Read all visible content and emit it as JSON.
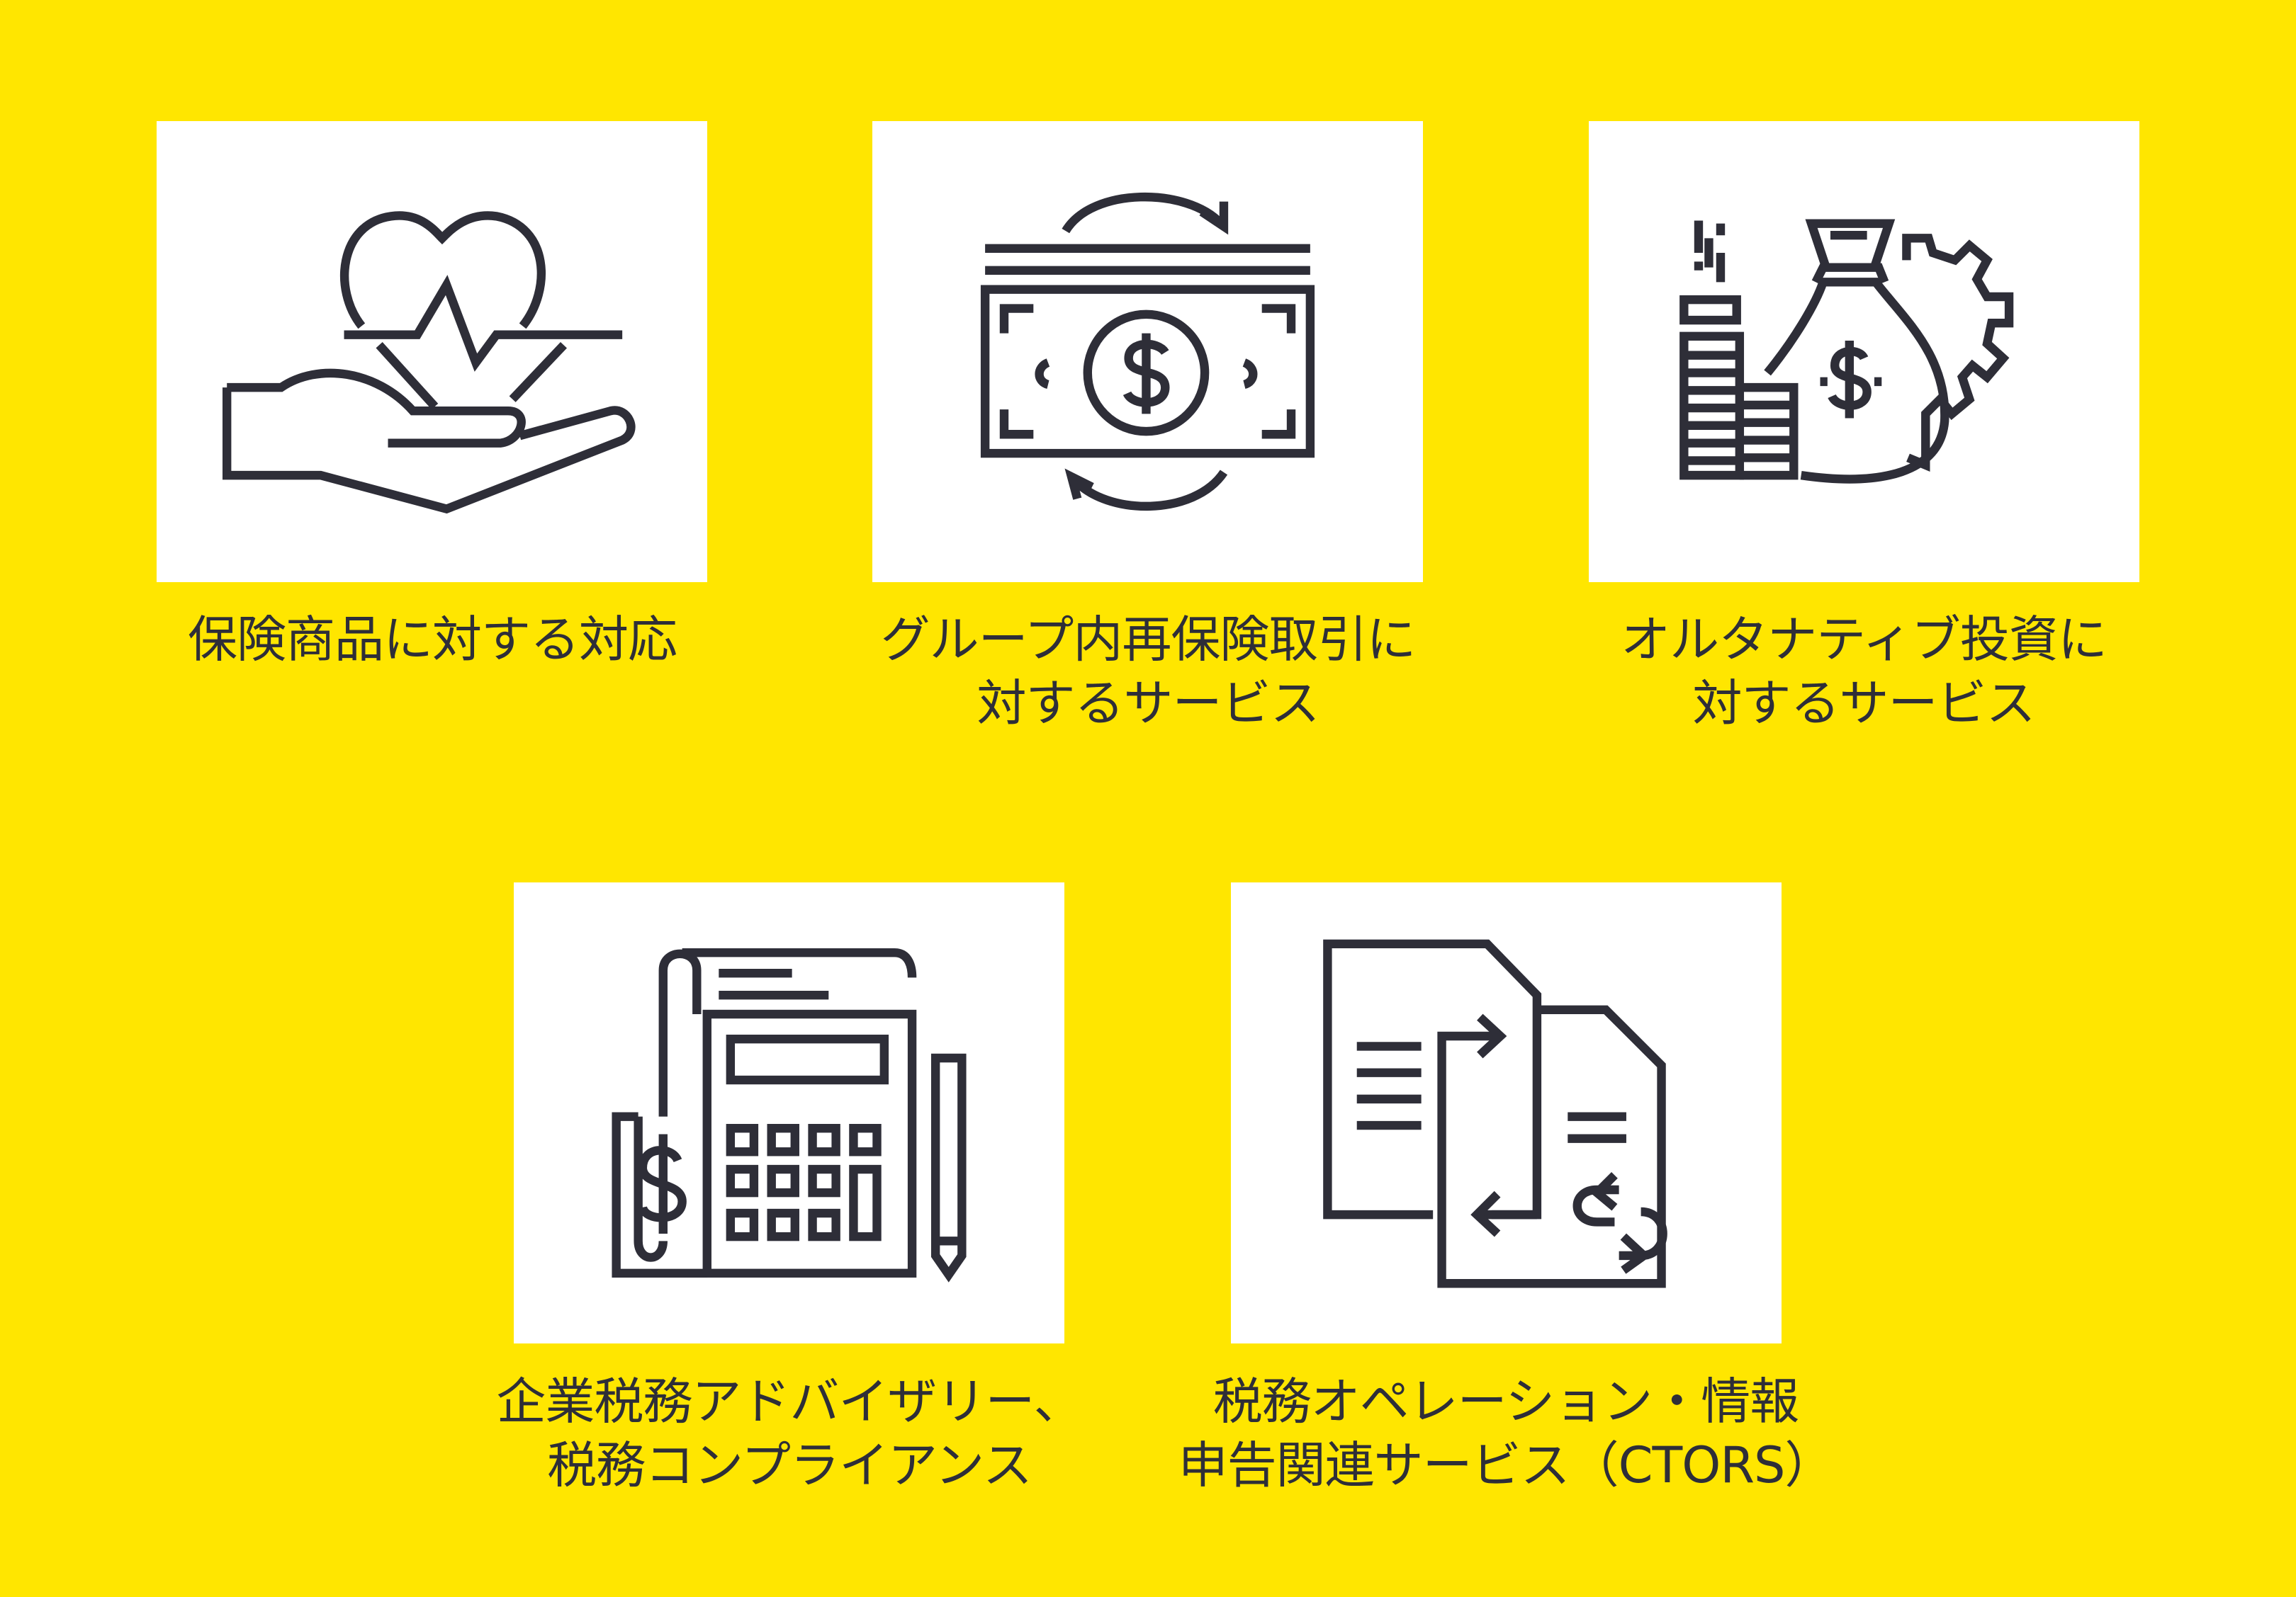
{
  "colors": {
    "background": "#ffe600",
    "card": "#ffffff",
    "ink": "#2e2e38"
  },
  "services": [
    {
      "icon": "heart-in-hand-icon",
      "lines": [
        "保険商品に対する対応"
      ]
    },
    {
      "icon": "money-exchange-icon",
      "lines": [
        "グループ内再保険取引に",
        "対するサービス"
      ]
    },
    {
      "icon": "money-bag-gear-icon",
      "lines": [
        "オルタナティブ投資に",
        "対するサービス"
      ]
    },
    {
      "icon": "calculator-icon",
      "lines": [
        "企業税務アドバイザリー、",
        "税務コンプライアンス"
      ]
    },
    {
      "icon": "document-exchange-icon",
      "lines": [
        "税務オペレーション・情報",
        "申告関連サービス（CTORS）"
      ]
    }
  ]
}
